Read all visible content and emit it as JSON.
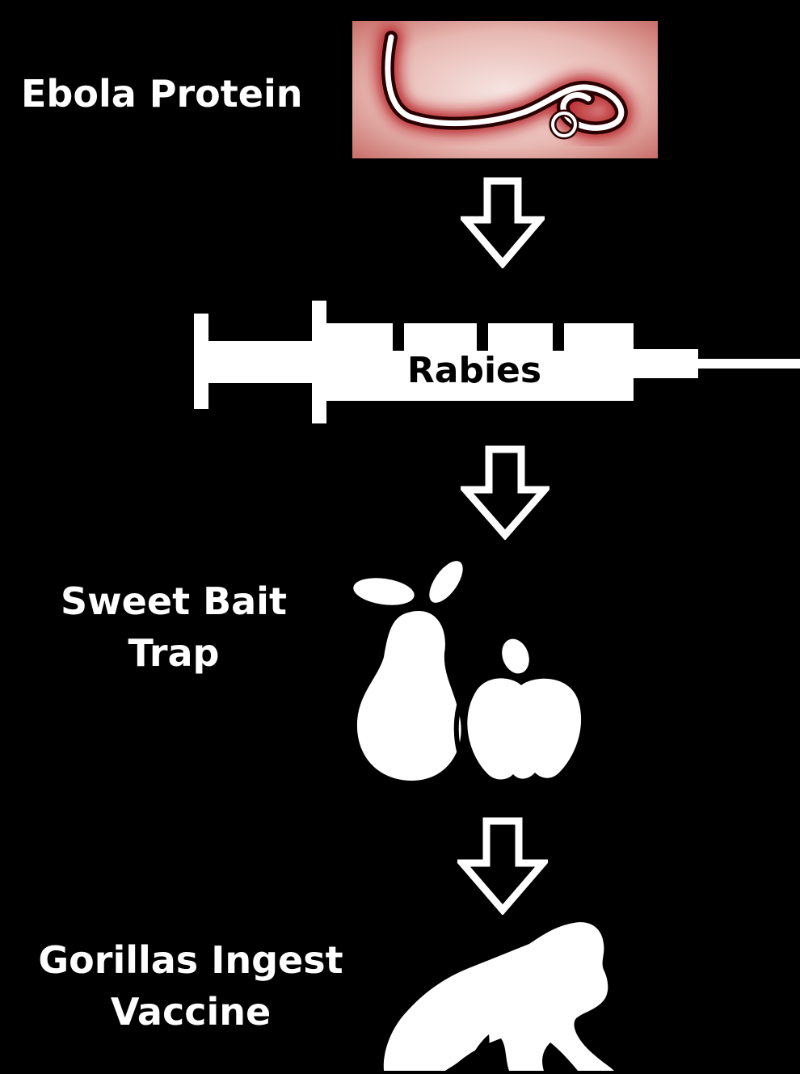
{
  "steps": {
    "ebola": {
      "label": "Ebola Protein",
      "icon": "ebola-virus-icon"
    },
    "syringe": {
      "label": "Rabies",
      "icon": "syringe-icon"
    },
    "bait": {
      "label_line1": "Sweet Bait",
      "label_line2": "Trap",
      "icon": "fruit-icon"
    },
    "gorilla": {
      "label_line1": "Gorillas Ingest",
      "label_line2": "Vaccine",
      "icon": "gorilla-icon"
    }
  },
  "colors": {
    "background": "#000000",
    "foreground": "#ffffff",
    "virus_tint": "#b4141e",
    "virus_background": "#f0d2cd"
  }
}
